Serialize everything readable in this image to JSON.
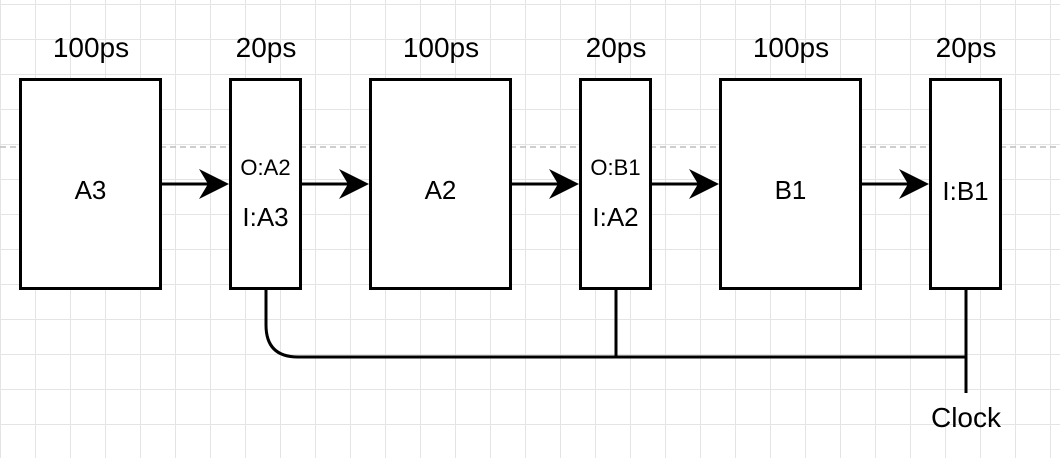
{
  "stages": [
    {
      "delay": "100ps",
      "label": "A3"
    },
    {
      "delay": "20ps",
      "out_label": "O:A2",
      "in_label": "I:A3"
    },
    {
      "delay": "100ps",
      "label": "A2"
    },
    {
      "delay": "20ps",
      "out_label": "O:B1",
      "in_label": "I:A2"
    },
    {
      "delay": "100ps",
      "label": "B1"
    },
    {
      "delay": "20ps",
      "in_label": "I:B1"
    }
  ],
  "clock_label": "Clock"
}
